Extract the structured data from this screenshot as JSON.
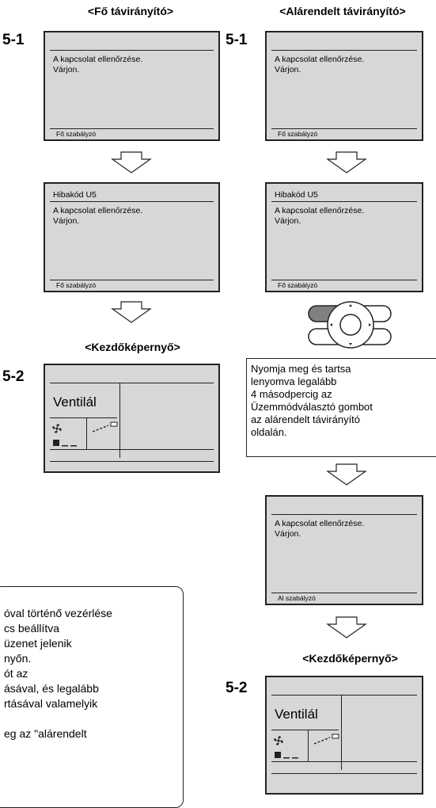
{
  "left_column": {
    "title": "<Fő távirányító>",
    "step1": "5-1",
    "screen1": {
      "line1": "A kapcsolat ellenőrzése.",
      "line2": "Várjon.",
      "footer": "Fő szabályzó"
    },
    "screen2": {
      "header": "Hibakód U5",
      "line1": "A kapcsolat ellenőrzése.",
      "line2": "Várjon.",
      "footer": "Fő szabályzó"
    },
    "home_title": "<Kezdőképernyő>",
    "step2": "5-2",
    "home_screen": {
      "mode": "Ventilál"
    }
  },
  "right_column": {
    "title": "<Alárendelt távirányító>",
    "step1": "5-1",
    "screen1": {
      "line1": "A kapcsolat ellenőrzése.",
      "line2": "Várjon.",
      "footer": "Fő szabályzó"
    },
    "screen2": {
      "header": "Hibakód U5",
      "line1": "A kapcsolat ellenőrzése.",
      "line2": "Várjon.",
      "footer": "Fő szabályzó"
    },
    "instruction": [
      "Nyomja meg és tartsa",
      "lenyomva legalább",
      "4 másodpercig az",
      "Üzemmódválasztó gombot",
      "az alárendelt távirányító",
      "oldalán."
    ],
    "screen3": {
      "line1": "A kapcsolat ellenőrzése.",
      "line2": "Várjon.",
      "footer": "Al szabályzó"
    },
    "home_title": "<Kezdőképernyő>",
    "step2": "5-2",
    "home_screen": {
      "mode": "Ventilál"
    }
  },
  "side_note": {
    "lines": [
      "óval történő vezérlése",
      "cs beállítva",
      "üzenet jelenik",
      "nyőn.",
      "ót az",
      "ásával, és legalább",
      "rtásával valamelyik",
      "",
      "eg az \"alárendelt"
    ]
  },
  "icons": {
    "fan": "fan-icon",
    "dial": "directional-pad-icon"
  },
  "colors": {
    "screen_bg": "#d7d7d7",
    "highlighted_button": "#808080"
  }
}
